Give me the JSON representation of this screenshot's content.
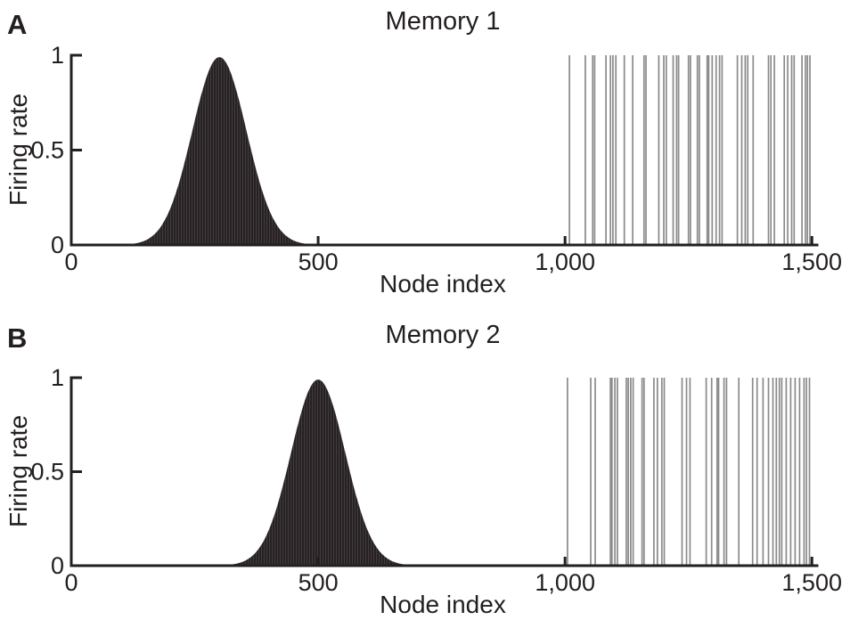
{
  "figure": {
    "panels": [
      {
        "letter": "A"
      },
      {
        "letter": "B"
      }
    ]
  },
  "chart_data": [
    {
      "type": "area",
      "subtype": "gaussian-bump-with-spike-raster",
      "title": "Memory 1",
      "xlabel": "Node index",
      "ylabel": "Firing rate",
      "xlim": [
        0,
        1505
      ],
      "ylim": [
        0,
        1
      ],
      "grid": false,
      "x_ticks": [
        {
          "value": 0,
          "label": "0"
        },
        {
          "value": 500,
          "label": "500"
        },
        {
          "value": 1000,
          "label": "1,000"
        },
        {
          "value": 1500,
          "label": "1,500"
        }
      ],
      "y_ticks": [
        {
          "value": 0,
          "label": "0"
        },
        {
          "value": 0.5,
          "label": "0.5"
        },
        {
          "value": 1,
          "label": "1"
        }
      ],
      "gaussian_bump": {
        "center": 300,
        "sigma": 55,
        "peak": 0.99
      },
      "spike_height": 1.0,
      "spike_nodes": [
        1009,
        1041,
        1056,
        1060,
        1083,
        1092,
        1097,
        1103,
        1120,
        1137,
        1160,
        1164,
        1190,
        1200,
        1205,
        1219,
        1226,
        1230,
        1250,
        1254,
        1268,
        1272,
        1288,
        1291,
        1298,
        1306,
        1313,
        1318,
        1349,
        1358,
        1365,
        1370,
        1381,
        1412,
        1417,
        1424,
        1444,
        1451,
        1459,
        1464,
        1480,
        1487,
        1491,
        1496
      ],
      "colors": {
        "bump_fill": "#262123",
        "bump_stripe": "#433c3f",
        "spike": "#8a8a8a",
        "axis": "#231f20",
        "text": "#231f20"
      }
    },
    {
      "type": "area",
      "subtype": "gaussian-bump-with-spike-raster",
      "title": "Memory 2",
      "xlabel": "Node index",
      "ylabel": "Firing rate",
      "xlim": [
        0,
        1505
      ],
      "ylim": [
        0,
        1
      ],
      "grid": false,
      "x_ticks": [
        {
          "value": 0,
          "label": "0"
        },
        {
          "value": 500,
          "label": "500"
        },
        {
          "value": 1000,
          "label": "1,000"
        },
        {
          "value": 1500,
          "label": "1,500"
        }
      ],
      "y_ticks": [
        {
          "value": 0,
          "label": "0"
        },
        {
          "value": 0.5,
          "label": "0.5"
        },
        {
          "value": 1,
          "label": "1"
        }
      ],
      "gaussian_bump": {
        "center": 500,
        "sigma": 55,
        "peak": 0.99
      },
      "spike_height": 1.0,
      "spike_nodes": [
        1005,
        1052,
        1061,
        1092,
        1095,
        1101,
        1106,
        1124,
        1128,
        1133,
        1138,
        1156,
        1160,
        1180,
        1187,
        1196,
        1201,
        1237,
        1246,
        1253,
        1286,
        1297,
        1308,
        1311,
        1322,
        1327,
        1352,
        1380,
        1389,
        1401,
        1412,
        1421,
        1428,
        1434,
        1439,
        1448,
        1457,
        1466,
        1475,
        1484,
        1489,
        1495
      ],
      "colors": {
        "bump_fill": "#262123",
        "bump_stripe": "#433c3f",
        "spike": "#8a8a8a",
        "axis": "#231f20",
        "text": "#231f20"
      }
    }
  ]
}
